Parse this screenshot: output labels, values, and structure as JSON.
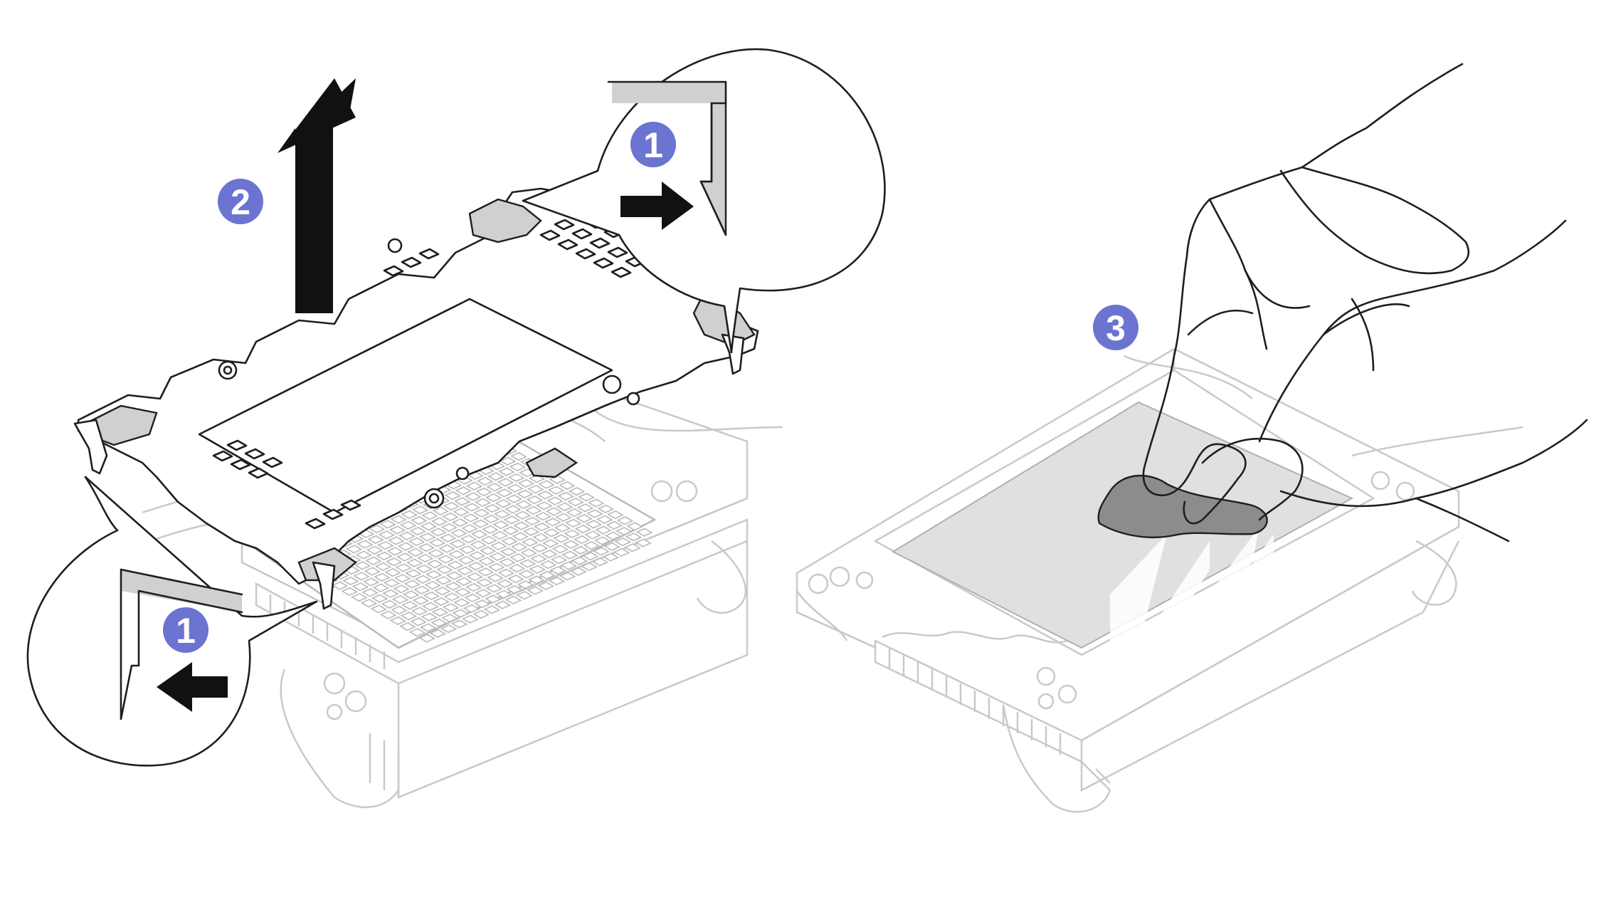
{
  "callouts": [
    {
      "id": "step-1-top",
      "label": "1"
    },
    {
      "id": "step-2",
      "label": "2"
    },
    {
      "id": "step-1-bottom",
      "label": "1"
    },
    {
      "id": "step-3",
      "label": "3"
    }
  ],
  "colors": {
    "callout_fill": "#6b74d0",
    "arrow": "#111111",
    "ghost_outline": "#c9c9c9",
    "frame_shade": "#cfd0d1",
    "pad_gray": "#e0e0e0",
    "cloth_gray": "#8c8c8c"
  },
  "icons": [
    "up-arrow-icon",
    "right-arrow-icon",
    "left-arrow-icon",
    "hand-icon",
    "cleaning-cloth-icon"
  ]
}
